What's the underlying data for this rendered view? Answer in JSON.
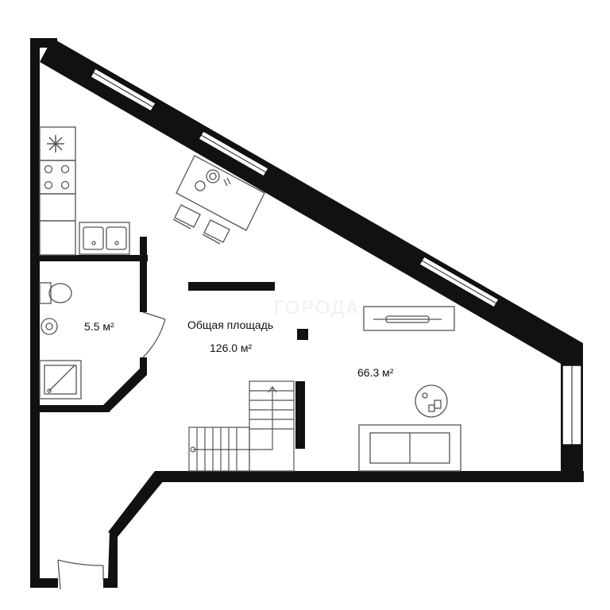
{
  "plan": {
    "total_area_label": "Общая площадь",
    "total_area_value": "126.0 м²",
    "rooms": [
      {
        "id": "bathroom",
        "area": "5.5 м²"
      },
      {
        "id": "living",
        "area": "66.3 м²"
      }
    ],
    "watermark": "ГОРОДА",
    "colors": {
      "wall": "#111111",
      "furniture": "#555555",
      "window": "#ffffff",
      "background": "#ffffff"
    }
  }
}
